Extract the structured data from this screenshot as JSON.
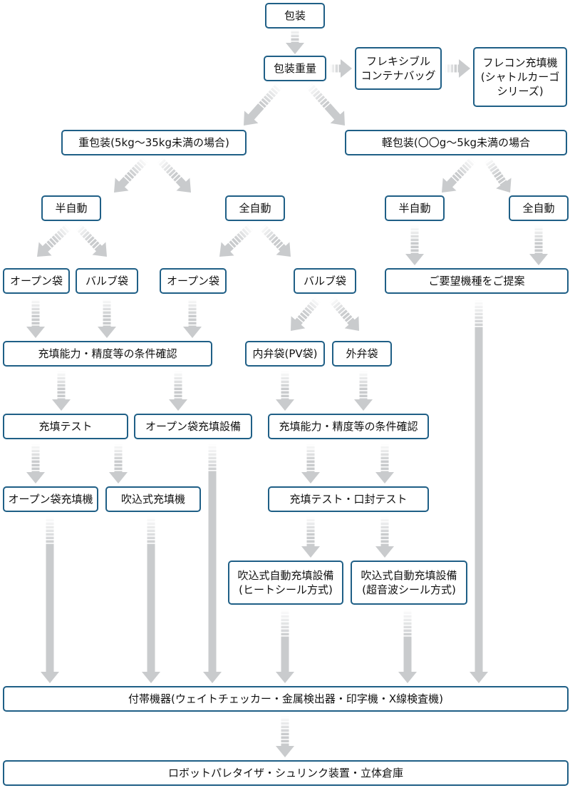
{
  "colors": {
    "box_border": "#1f5f86",
    "arrow": "#c9cbcd",
    "text": "#111111"
  },
  "nodes": {
    "packaging": "包装",
    "package_weight": "包装重量",
    "flexible_container_bag": "フレキシブル\nコンテナバッグ",
    "flecon_filler": "フレコン充填機\n(シャトルカーゴ\nシリーズ)",
    "heavy": "重包装(5kg〜35kg未満の場合)",
    "light": "軽包装(〇〇g〜5kg未満の場合",
    "heavy_semi_auto": "半自動",
    "heavy_full_auto": "全自動",
    "light_semi_auto": "半自動",
    "light_full_auto": "全自動",
    "open_bag_1": "オープン袋",
    "valve_bag_1": "バルブ袋",
    "open_bag_2": "オープン袋",
    "valve_bag_2": "バルブ袋",
    "proposal": "ご要望機種をご提案",
    "condition_check_1": "充填能力・精度等の条件確認",
    "inner_valve_bag": "内弁袋(PV袋)",
    "outer_valve_bag": "外弁袋",
    "fill_test": "充填テスト",
    "open_bag_fill_equipment": "オープン袋充填設備",
    "condition_check_2": "充填能力・精度等の条件確認",
    "open_bag_filler": "オープン袋充填機",
    "blow_filler": "吹込式充填機",
    "fill_seal_test": "充填テスト・口封テスト",
    "blow_auto_heat": "吹込式自動充填設備\n(ヒートシール方式)",
    "blow_auto_ultrasonic": "吹込式自動充填設備\n(超音波シール方式)",
    "accessories": "付帯機器(ウェイトチェッカー・金属検出器・印字機・X線検査機)",
    "robot": "ロボットパレタイザ・シュリンク装置・立体倉庫"
  }
}
